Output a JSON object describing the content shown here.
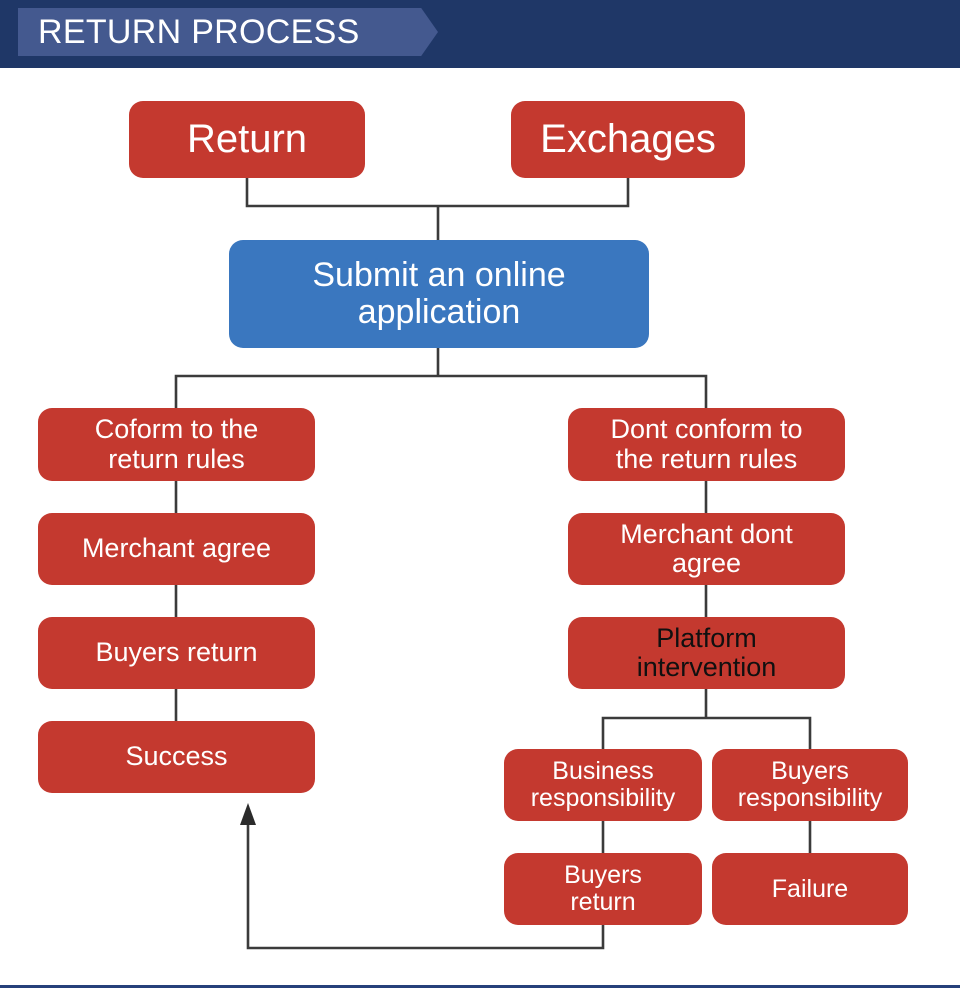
{
  "header": {
    "title": "RETURN PROCESS",
    "banner_color": "#1F3767",
    "ribbon_color": "#44598F",
    "title_color": "#FFFFFF"
  },
  "theme": {
    "red": "#C4392F",
    "blue": "#3A77BF",
    "connector": "#3B3B3B",
    "background": "#FFFFFF",
    "bottom_rule": "#26407A"
  },
  "chart_data": {
    "type": "diagram",
    "title": "RETURN PROCESS",
    "nodes": [
      {
        "id": "return",
        "label": "Return",
        "color": "#C4392F",
        "text_color": "#FFFFFF"
      },
      {
        "id": "exchanges",
        "label": "Exchages",
        "color": "#C4392F",
        "text_color": "#FFFFFF"
      },
      {
        "id": "submit",
        "label": "Submit an online\napplication",
        "color": "#3A77BF",
        "text_color": "#FFFFFF"
      },
      {
        "id": "conform",
        "label": "Coform to the\nreturn rules",
        "color": "#C4392F",
        "text_color": "#FFFFFF"
      },
      {
        "id": "merchant-agree",
        "label": "Merchant agree",
        "color": "#C4392F",
        "text_color": "#FFFFFF"
      },
      {
        "id": "buyers-return-left",
        "label": "Buyers return",
        "color": "#C4392F",
        "text_color": "#FFFFFF"
      },
      {
        "id": "success",
        "label": "Success",
        "color": "#C4392F",
        "text_color": "#FFFFFF"
      },
      {
        "id": "dont-conform",
        "label": "Dont conform to\nthe return rules",
        "color": "#C4392F",
        "text_color": "#FFFFFF"
      },
      {
        "id": "merchant-dont-agree",
        "label": "Merchant dont\nagree",
        "color": "#C4392F",
        "text_color": "#FFFFFF"
      },
      {
        "id": "platform",
        "label": "Platform\nintervention",
        "color": "#C4392F",
        "text_color": "#101010"
      },
      {
        "id": "business-resp",
        "label": "Business\nresponsibility",
        "color": "#C4392F",
        "text_color": "#FFFFFF"
      },
      {
        "id": "buyers-resp",
        "label": "Buyers\nresponsibility",
        "color": "#C4392F",
        "text_color": "#FFFFFF"
      },
      {
        "id": "buyers-return-right",
        "label": "Buyers\nreturn",
        "color": "#C4392F",
        "text_color": "#FFFFFF"
      },
      {
        "id": "failure",
        "label": "Failure",
        "color": "#C4392F",
        "text_color": "#FFFFFF"
      }
    ],
    "edges": [
      {
        "from": "return",
        "to": "submit",
        "arrow": false
      },
      {
        "from": "exchanges",
        "to": "submit",
        "arrow": false
      },
      {
        "from": "submit",
        "to": "conform",
        "arrow": false
      },
      {
        "from": "submit",
        "to": "dont-conform",
        "arrow": false
      },
      {
        "from": "conform",
        "to": "merchant-agree",
        "arrow": false
      },
      {
        "from": "merchant-agree",
        "to": "buyers-return-left",
        "arrow": false
      },
      {
        "from": "buyers-return-left",
        "to": "success",
        "arrow": false
      },
      {
        "from": "dont-conform",
        "to": "merchant-dont-agree",
        "arrow": false
      },
      {
        "from": "merchant-dont-agree",
        "to": "platform",
        "arrow": false
      },
      {
        "from": "platform",
        "to": "business-resp",
        "arrow": false
      },
      {
        "from": "platform",
        "to": "buyers-resp",
        "arrow": false
      },
      {
        "from": "business-resp",
        "to": "buyers-return-right",
        "arrow": false
      },
      {
        "from": "buyers-resp",
        "to": "failure",
        "arrow": false
      },
      {
        "from": "buyers-return-right",
        "to": "success",
        "arrow": true
      }
    ]
  },
  "nodes": {
    "return": "Return",
    "exchanges": "Exchages",
    "submit": "Submit an online\napplication",
    "conform": "Coform to the\nreturn rules",
    "merchant_agree": "Merchant agree",
    "buyers_return_left": "Buyers return",
    "success": "Success",
    "dont_conform": "Dont conform to\nthe return rules",
    "merchant_dont_agree": "Merchant dont\nagree",
    "platform": "Platform\nintervention",
    "business_resp": "Business\nresponsibility",
    "buyers_resp": "Buyers\nresponsibility",
    "buyers_return_right": "Buyers\nreturn",
    "failure": "Failure"
  }
}
